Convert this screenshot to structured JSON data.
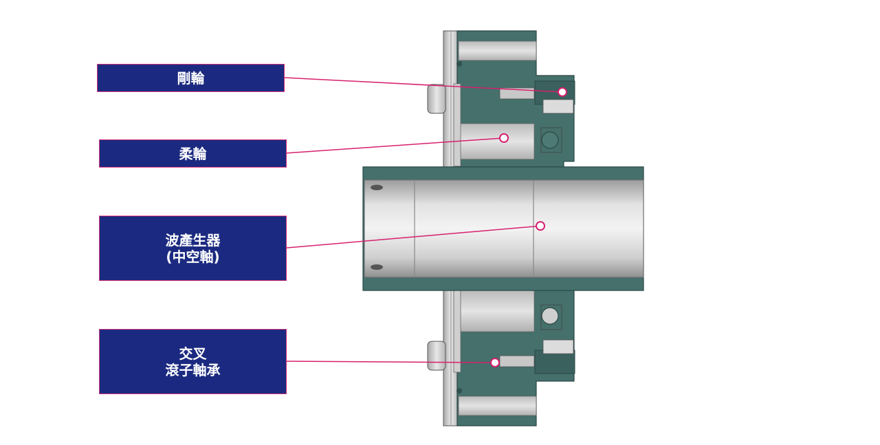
{
  "colors": {
    "label_fill": "#1b2a80",
    "label_border": "#d6327a",
    "leader_line": "#d61f6e",
    "housing": "#45706c",
    "housing_dark": "#2f524f",
    "metal_light": "#e6e6e6",
    "metal_mid": "#bdbdbd",
    "metal_dark": "#8a8a8a"
  },
  "labels": {
    "rigid_gear": {
      "line1": "剛輪"
    },
    "flexspline": {
      "line1": "柔輪"
    },
    "wave_generator": {
      "line1": "波產生器",
      "line2": "(中空軸)"
    },
    "cross_roller_bearing": {
      "line1": "交叉",
      "line2": "滾子軸承"
    }
  }
}
